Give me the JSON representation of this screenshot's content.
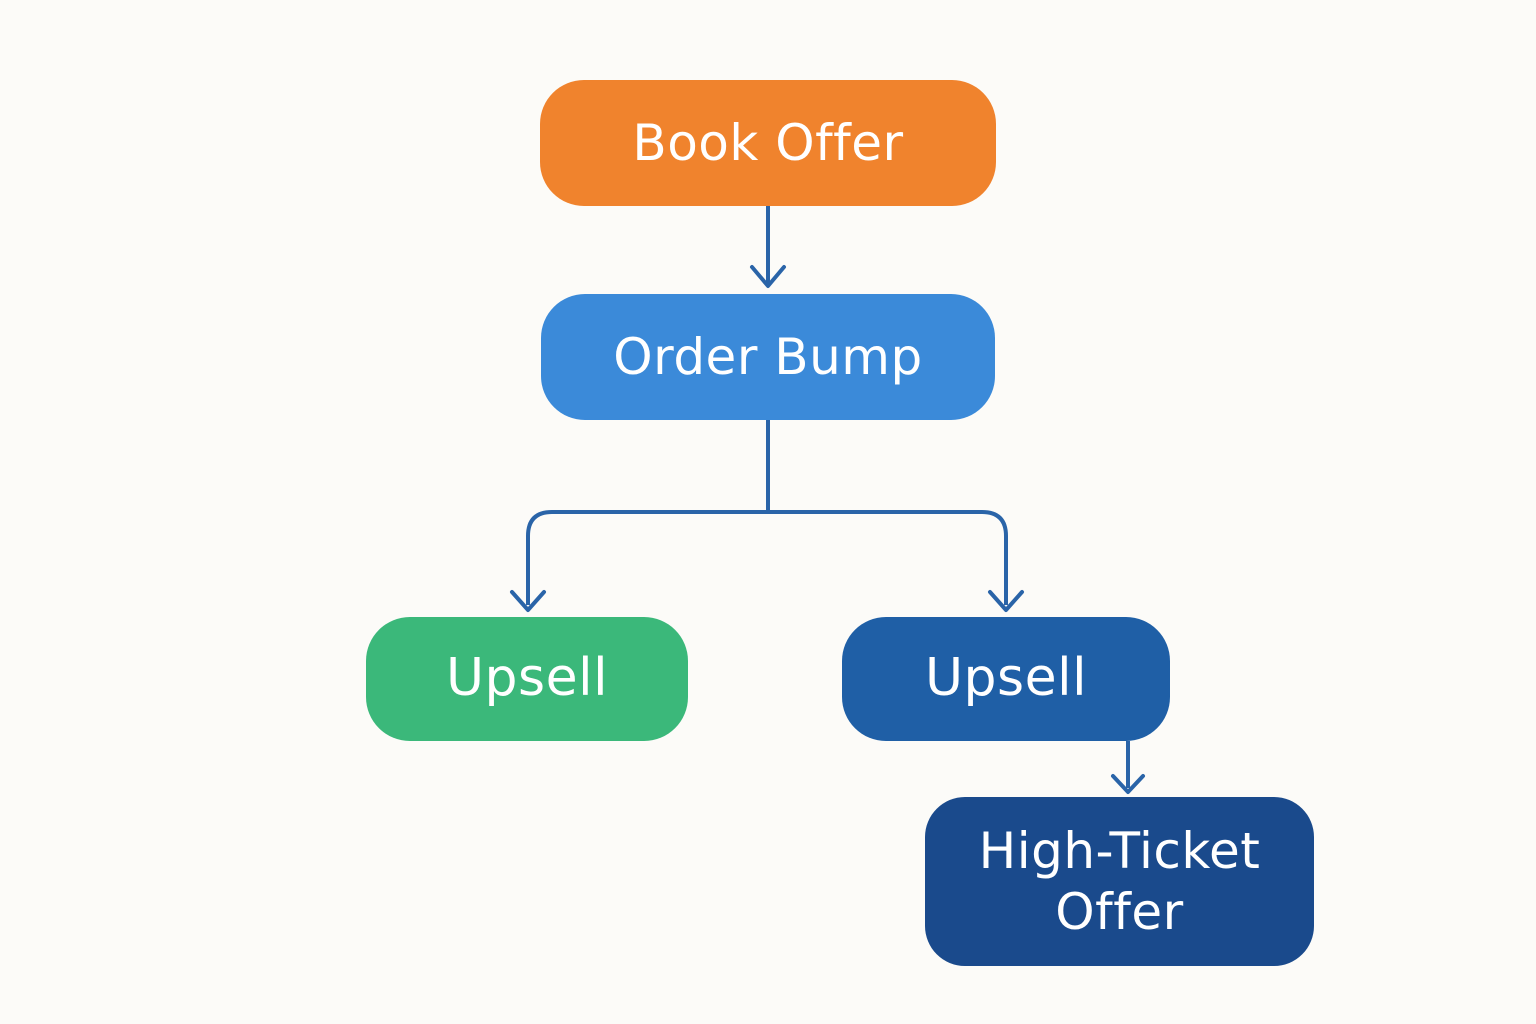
{
  "nodes": {
    "book_offer": {
      "label": "Book Offer",
      "color": "#f0832d"
    },
    "order_bump": {
      "label": "Order Bump",
      "color": "#3b8ad9"
    },
    "upsell_left": {
      "label": "Upsell",
      "color": "#3bb87a"
    },
    "upsell_right": {
      "label": "Upsell",
      "color": "#1f5fa6"
    },
    "high_ticket": {
      "label": "High-Ticket\nOffer",
      "color": "#1a4a8c"
    }
  },
  "edges": [
    {
      "from": "Book Offer",
      "to": "Order Bump"
    },
    {
      "from": "Order Bump",
      "to": "Upsell (green)"
    },
    {
      "from": "Order Bump",
      "to": "Upsell (blue)"
    },
    {
      "from": "Upsell (blue)",
      "to": "High-Ticket Offer"
    }
  ],
  "connector_color": "#2a64a8"
}
